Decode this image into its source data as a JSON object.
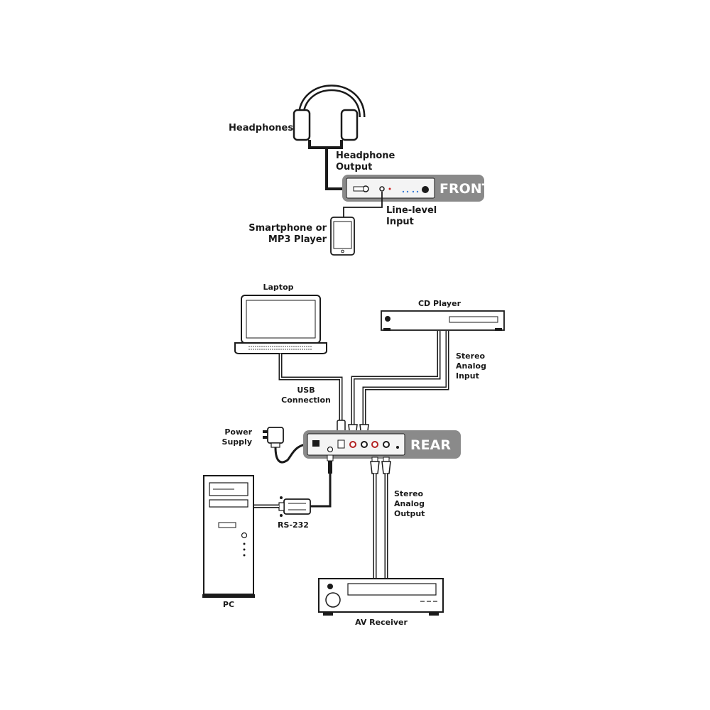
{
  "labels": {
    "headphones": "Headphones",
    "headphone_output_1": "Headphone",
    "headphone_output_2": "Output",
    "line_level_1": "Line-level",
    "line_level_2": "Input",
    "smartphone_1": "Smartphone or",
    "smartphone_2": "MP3 Player",
    "front": "FRONT",
    "rear": "REAR",
    "laptop": "Laptop",
    "cd_player": "CD Player",
    "stereo_in_1": "Stereo",
    "stereo_in_2": "Analog",
    "stereo_in_3": "Input",
    "usb_1": "USB",
    "usb_2": "Connection",
    "power_1": "Power",
    "power_2": "Supply",
    "stereo_out_1": "Stereo",
    "stereo_out_2": "Analog",
    "stereo_out_3": "Output",
    "rs232": "RS-232",
    "pc": "PC",
    "av_receiver": "AV Receiver"
  },
  "colors": {
    "panel": "#8a8a8a",
    "device_body": "#f4f4f4",
    "stroke": "#1a1a1a",
    "cable": "#222222"
  }
}
